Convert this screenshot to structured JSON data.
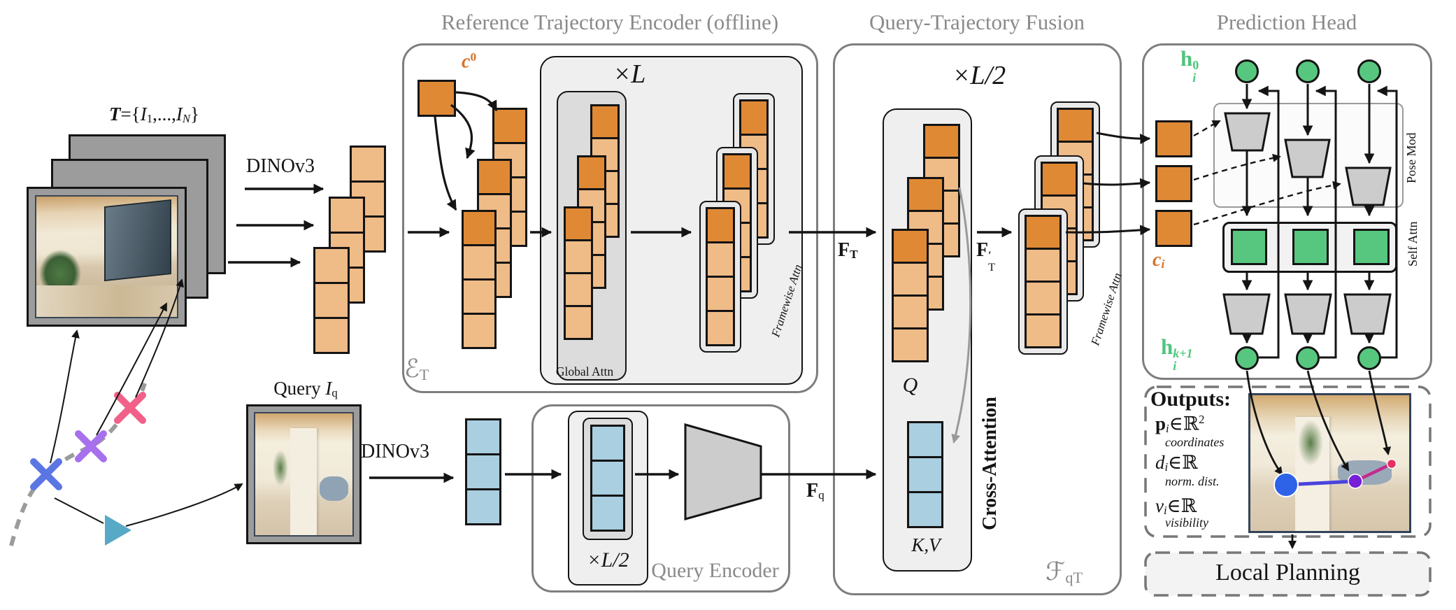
{
  "colors": {
    "dark_orange": "#E08935",
    "light_orange": "#EFBB87",
    "token_blue": "#A9CFE0",
    "green": "#57C77F",
    "trapezoid_gray": "#CCCCCC",
    "label_orange": "#D6722B",
    "label_green": "#4FC47C",
    "x_blue": "#5B76E3",
    "x_purple": "#A770EC",
    "x_pink": "#F06088",
    "triangle_teal": "#58A9C6",
    "dot_blue": "#2E63E8",
    "dot_purple": "#771FD6",
    "dot_red": "#E63061",
    "path_gray": "#9B9B9B"
  },
  "titles": {
    "reference_encoder": "Reference Trajectory Encoder (offline)",
    "fusion": "Query-Trajectory Fusion",
    "prediction_head": "Prediction Head"
  },
  "left": {
    "traj_set": {
      "t": "T",
      "eq": "=",
      "open": "{",
      "i1": "I",
      "s1": "1",
      "dots": ",...,",
      "i2": "I",
      "sN": "N",
      "close": "}"
    },
    "dino_top": "DINOv3",
    "dino_bottom": "DINOv3",
    "query_word": "Query ",
    "query_i": "I",
    "query_sub": "q"
  },
  "encoder": {
    "c0_base": "c",
    "c0_sup": "0",
    "xl": "×L",
    "global_attn": "Global Attn",
    "framewise_attn": "Framewise Attn",
    "e_base": "ℰ",
    "e_sub": "T"
  },
  "fusion": {
    "xl2": "×L/2",
    "q": "Q",
    "kv": "K,V",
    "cross_attention": "Cross-Attention",
    "framewise_attn": "Framewise Attn",
    "f_base": "ℱ",
    "f_sub": "qT",
    "ft_base": "F",
    "ft_sub": "T",
    "ftp_base": "F",
    "ftp_sup": "′",
    "ftp_sub": "T",
    "fq_base": "F",
    "fq_sub": "q"
  },
  "query_encoder": {
    "xl2": "×L/2",
    "label": "Query Encoder"
  },
  "pred": {
    "h0_base": "h",
    "h0_sup": "0",
    "h0_sub": "i",
    "hk_base": "h",
    "hk_sup": "k+1",
    "hk_sub": "i",
    "ci_base": "c",
    "ci_sub": "i",
    "pose_mod": "Pose Mod",
    "self_attn": "Self Attn"
  },
  "outputs": {
    "title": "Outputs:",
    "p_base": "p",
    "p_sub": "i",
    "p_rel": "∈",
    "p_set": "ℝ",
    "p_sup": "2",
    "p_desc": "coordinates",
    "d_base": "d",
    "d_sub": "i",
    "d_rel": "∈",
    "d_set": "ℝ",
    "d_desc": "norm. dist.",
    "v_base": "v",
    "v_sub": "i",
    "v_rel": "∈",
    "v_set": "ℝ",
    "v_desc": "visibility",
    "local_planning": "Local Planning"
  }
}
